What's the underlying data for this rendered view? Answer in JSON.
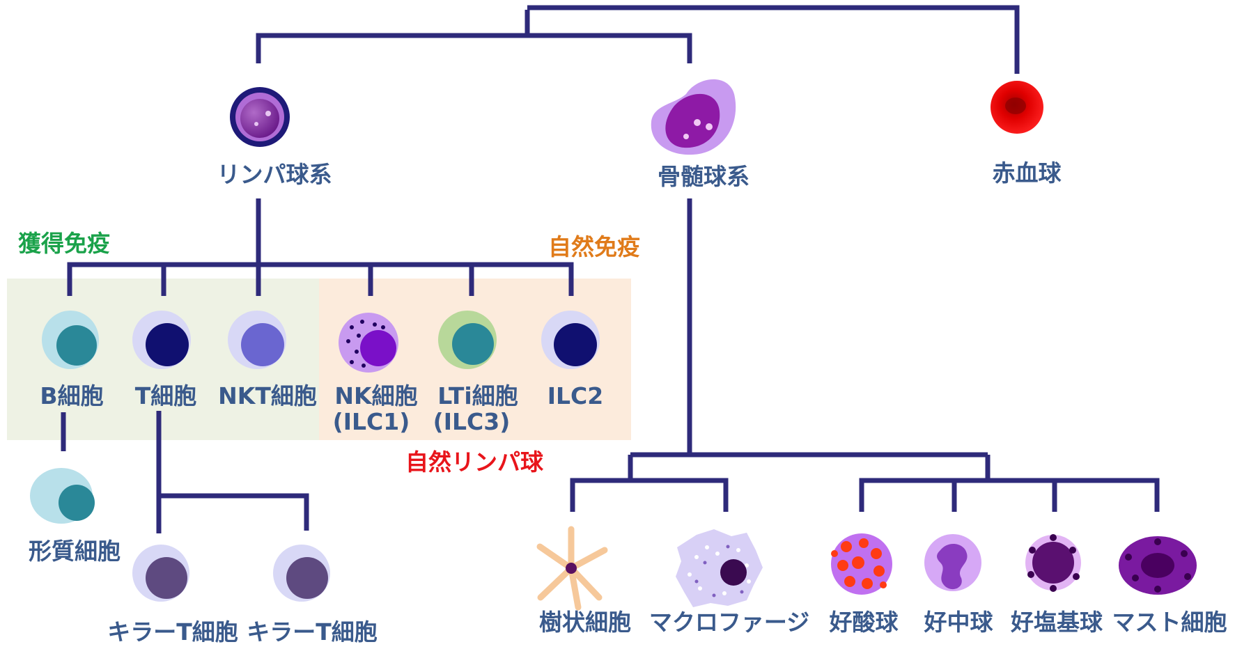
{
  "lineage": {
    "lymphoid": "リンパ球系",
    "myeloid": "骨髄球系",
    "erythrocyte": "赤血球"
  },
  "groups": {
    "adaptive": {
      "label": "獲得免疫",
      "color": "#1aa24a"
    },
    "innate": {
      "label": "自然免疫",
      "color": "#e07b1a"
    },
    "ilc": {
      "label": "自然リンパ球",
      "color": "#e8151b"
    }
  },
  "lymphoid_cells": {
    "b": "B細胞",
    "t": "T細胞",
    "nkt": "NKT細胞",
    "nk": "NK細胞",
    "nk_sub": "(ILC1)",
    "lti": "LTi細胞",
    "lti_sub": "(ILC3)",
    "ilc2": "ILC2",
    "plasma": "形質細胞",
    "killer_t1": "キラーT細胞",
    "killer_t2": "キラーT細胞"
  },
  "myeloid_cells": {
    "dendritic": "樹状細胞",
    "macrophage": "マクロファージ",
    "eosinophil": "好酸球",
    "neutrophil": "好中球",
    "basophil": "好塩基球",
    "mast": "マスト細胞"
  },
  "colors": {
    "line": "#2e2a7a",
    "label": "#3a5a8c",
    "adaptive_bg": "#eef2e4",
    "innate_bg": "#fcebdc"
  }
}
